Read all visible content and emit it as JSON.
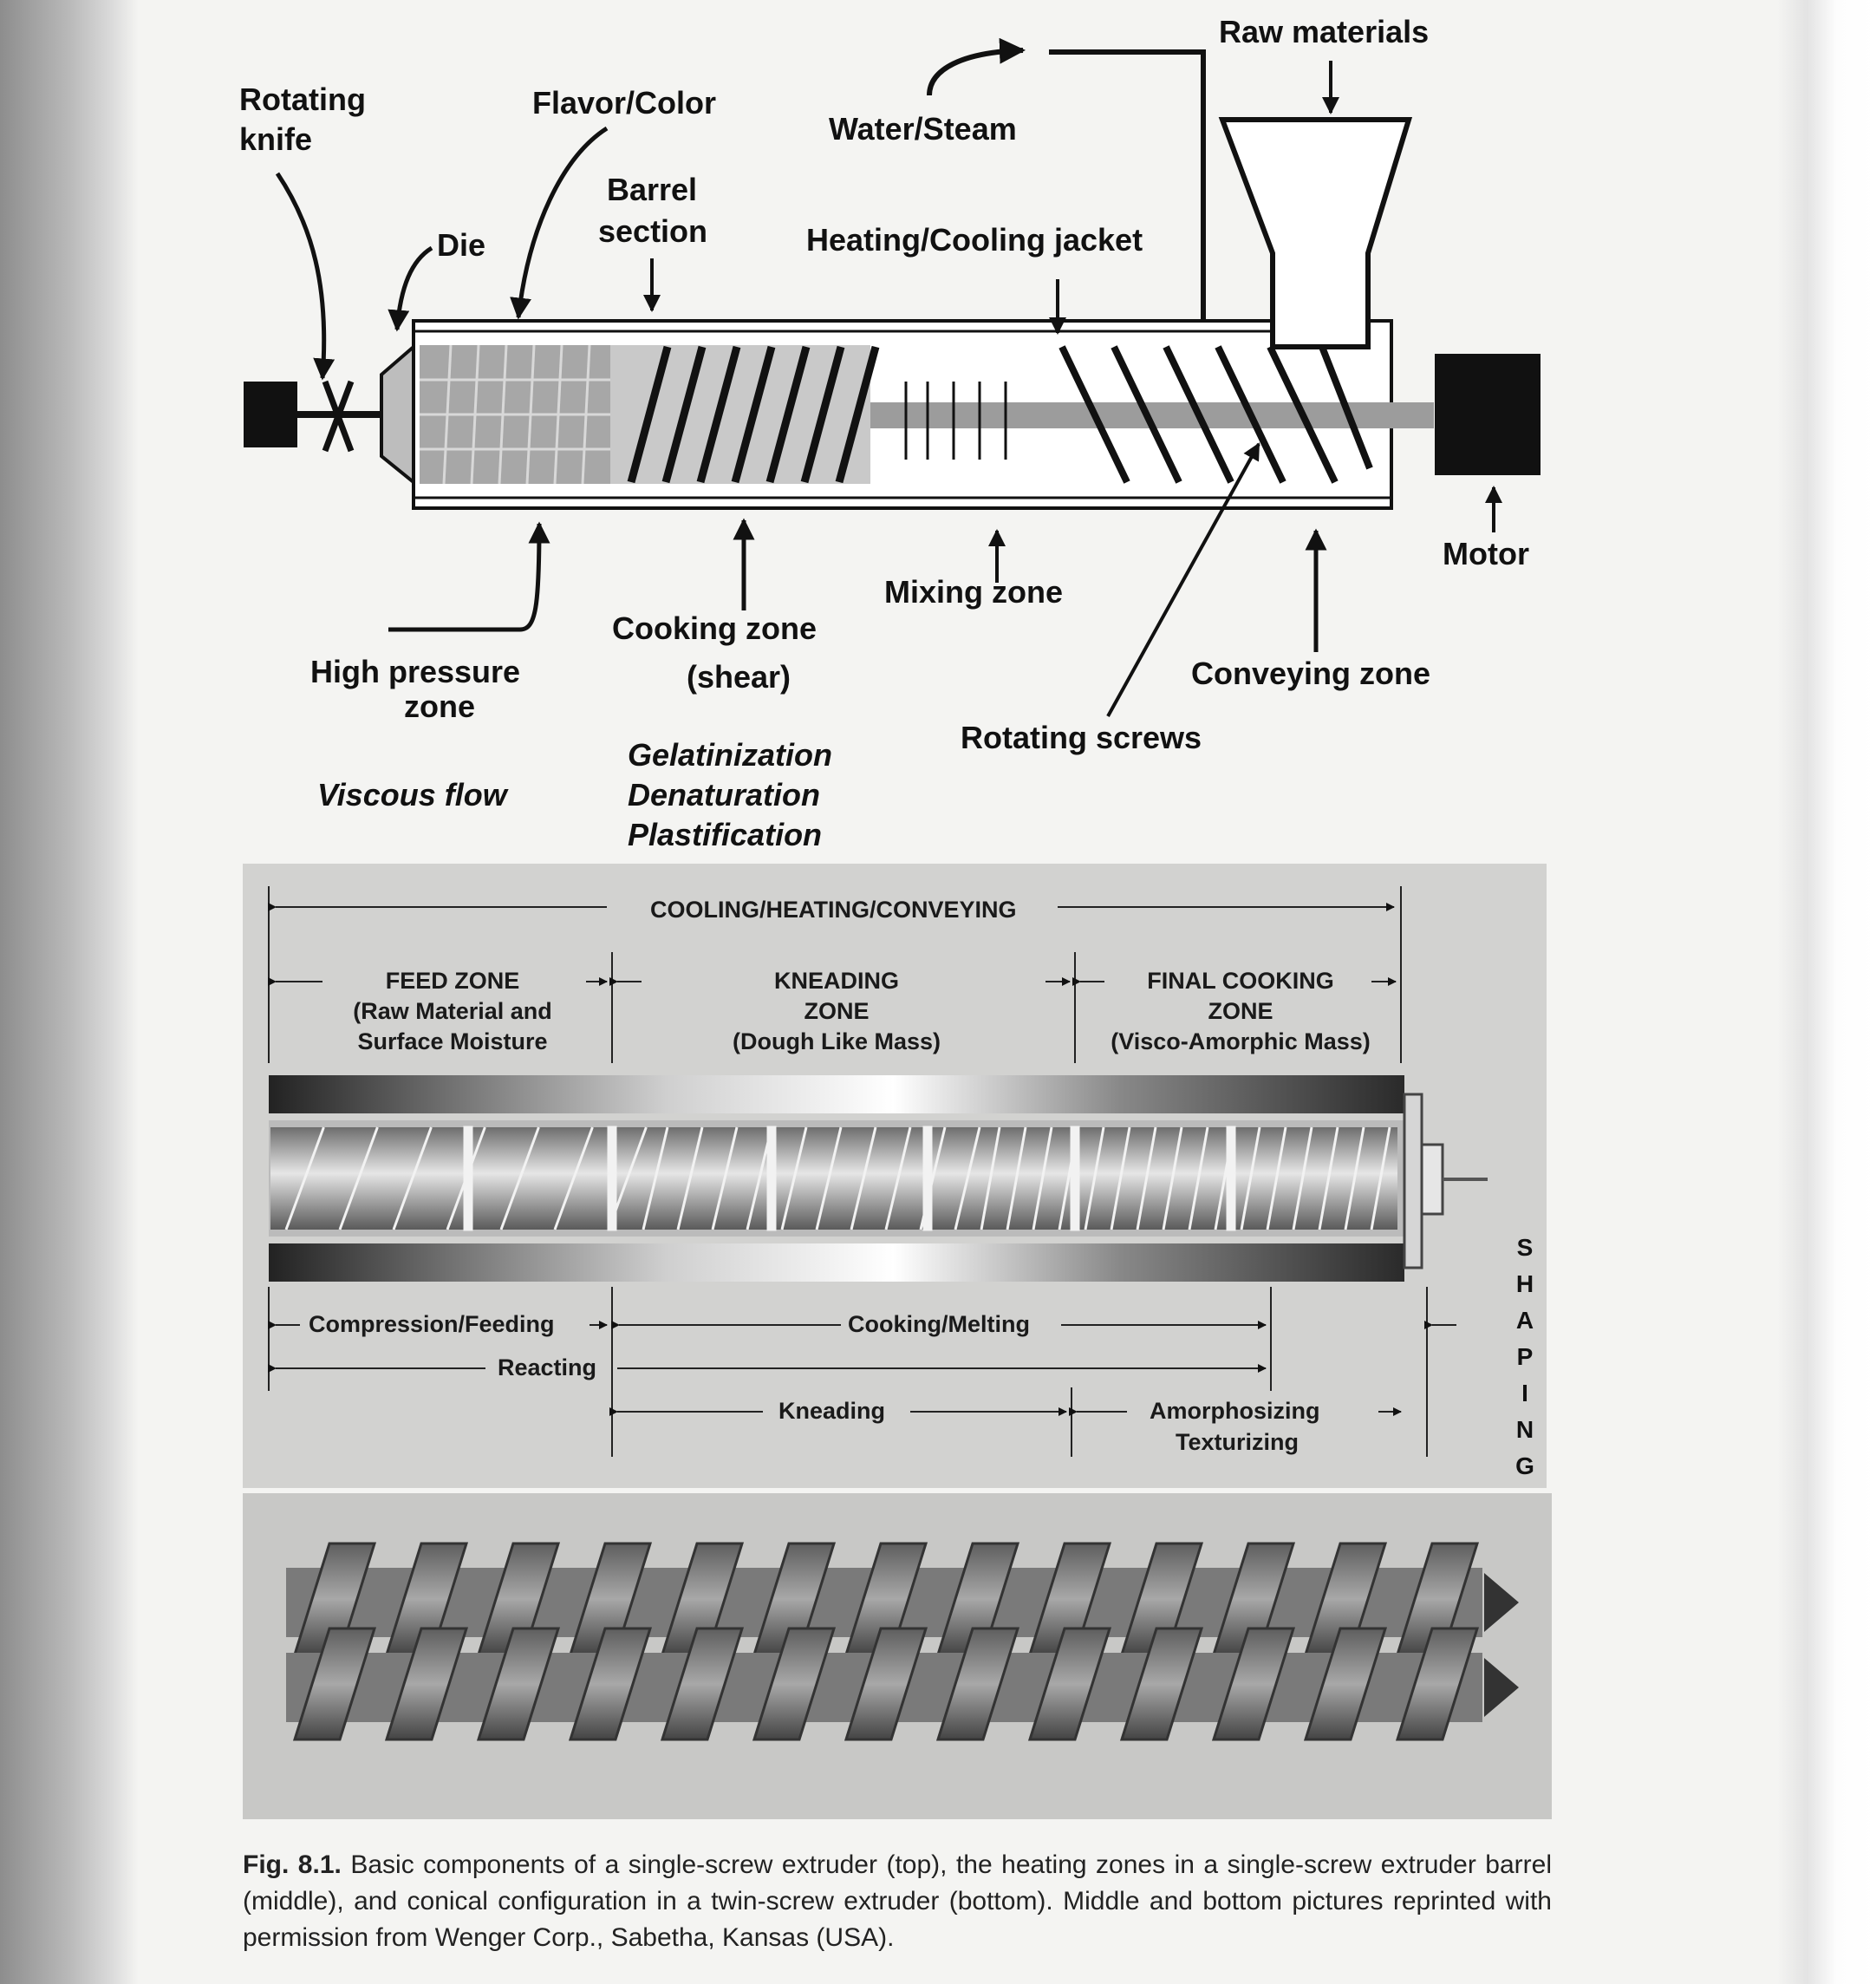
{
  "top_diagram": {
    "labels": {
      "raw_materials": "Raw materials",
      "rotating_knife_1": "Rotating",
      "rotating_knife_2": "knife",
      "flavor_color": "Flavor/Color",
      "water_steam": "Water/Steam",
      "barrel_section_1": "Barrel",
      "barrel_section_2": "section",
      "die": "Die",
      "heating_cooling_jacket": "Heating/Cooling jacket",
      "motor": "Motor",
      "mixing_zone": "Mixing zone",
      "cooking_zone": "Cooking zone",
      "shear": "(shear)",
      "high_pressure_1": "High pressure",
      "high_pressure_2": "zone",
      "conveying_zone": "Conveying zone",
      "rotating_screws": "Rotating screws",
      "viscous_flow": "Viscous flow",
      "gelatinization": "Gelatinization",
      "denaturation": "Denaturation",
      "plastification": "Plastification"
    }
  },
  "middle_diagram": {
    "top_span": "COOLING/HEATING/CONVEYING",
    "feed_zone": [
      "FEED ZONE",
      "(Raw Material and",
      "Surface Moisture"
    ],
    "kneading_zone": [
      "KNEADING",
      "ZONE",
      "(Dough Like Mass)"
    ],
    "final_cooking_zone": [
      "FINAL COOKING",
      "ZONE",
      "(Visco-Amorphic Mass)"
    ],
    "compression_feeding": "Compression/Feeding",
    "cooking_melting": "Cooking/Melting",
    "reacting": "Reacting",
    "kneading": "Kneading",
    "amorphosizing": "Amorphosizing",
    "texturizing": "Texturizing",
    "shaping_letters": [
      "S",
      "H",
      "A",
      "P",
      "I",
      "N",
      "G"
    ]
  },
  "caption": {
    "fig_label": "Fig. 8.1.",
    "text": "Basic components of a single-screw extruder (top), the heating zones in a single-screw extruder barrel (middle), and conical configuration in a twin-screw extruder (bottom). Middle and bottom pictures reprinted with permission from Wenger Corp., Sabetha, Kansas (USA)."
  },
  "colors": {
    "ink": "#111111",
    "barrel_gray": "#a9a9a9",
    "panel_gray": "#d2d2d0"
  }
}
